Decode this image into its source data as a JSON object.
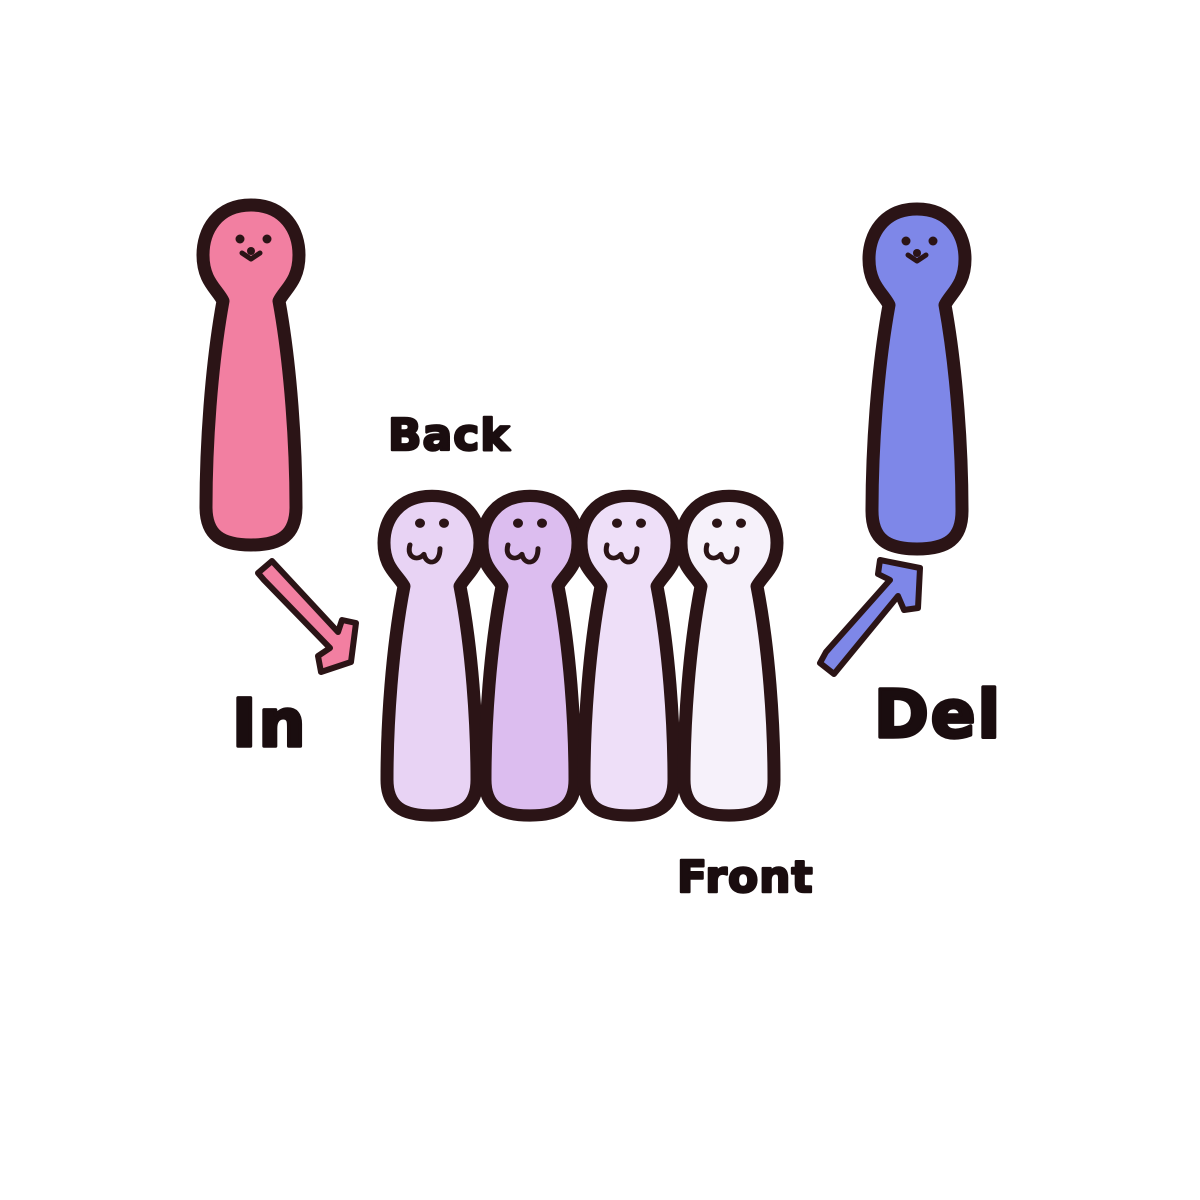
{
  "labels": {
    "back": "Back",
    "front": "Front",
    "in": "In",
    "del": "Del"
  },
  "colors": {
    "incoming": "#f27fa1",
    "outgoing": "#7e87e8",
    "queue": [
      "#e8d3f4",
      "#dcbdef",
      "#eedff8",
      "#f6f1fa"
    ],
    "outline": "#2b1416"
  }
}
